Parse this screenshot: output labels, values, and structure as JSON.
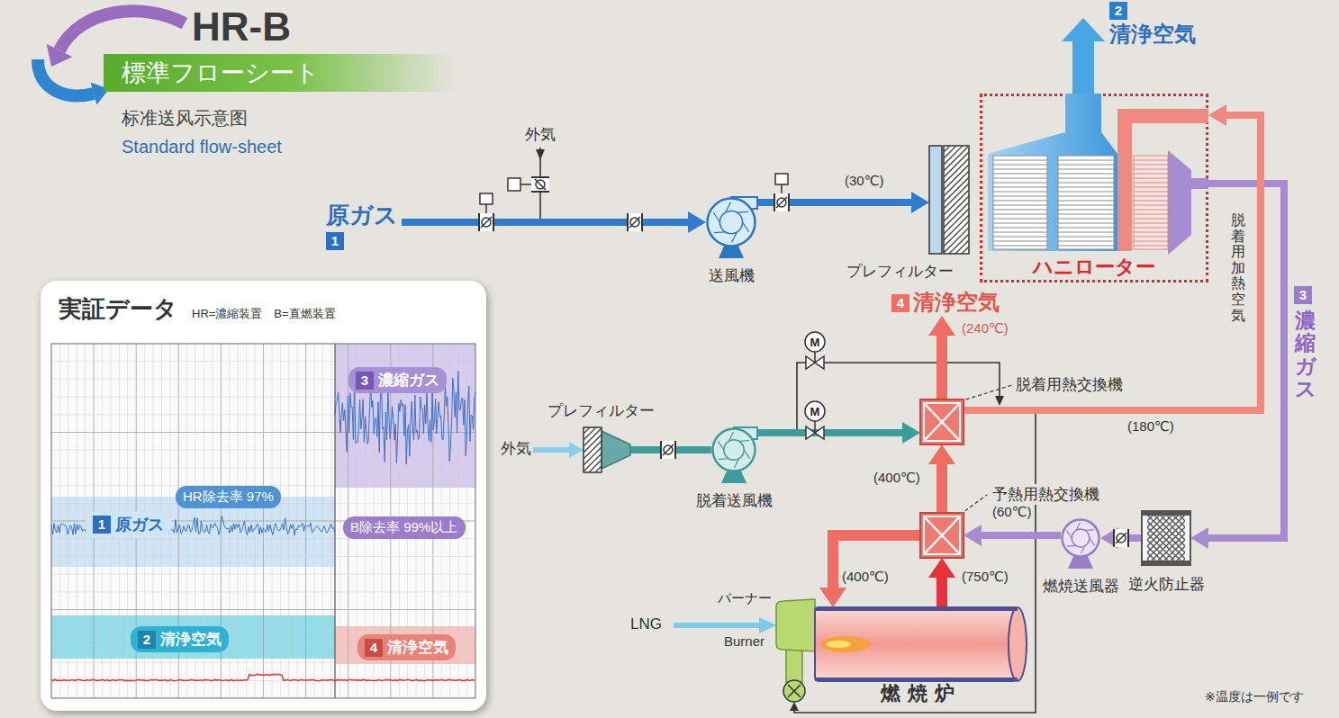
{
  "diagram": {
    "title": "HR-B",
    "nodes": [
      {
        "text": [
          "標準フローシート"
        ]
      },
      {
        "text": [
          "原ガス",
          "1"
        ]
      },
      {
        "text": [
          "送風機"
        ]
      },
      {
        "text": [
          "プレフィルター"
        ]
      },
      {
        "text": [
          "ハニローター"
        ]
      },
      {
        "text": [
          "2",
          "清浄空気"
        ]
      },
      {
        "text": [
          "実証データ",
          "HR=濃縮装置　B=直燃装置"
        ]
      },
      {
        "text": [
          "3",
          "濃縮ガス"
        ],
        "in": 6
      },
      {
        "text": [
          "HR除去率 97%"
        ],
        "in": 6
      },
      {
        "text": [
          "B除去率 99%以上"
        ],
        "in": 6
      },
      {
        "text": [
          "1",
          "原ガス"
        ],
        "in": 6
      },
      {
        "text": [
          "2",
          "清浄空気"
        ],
        "in": 6
      },
      {
        "text": [
          "4",
          "清浄空気"
        ],
        "in": 6
      },
      {
        "text": [
          "4",
          "清浄空気"
        ]
      },
      {
        "text": [
          "外気"
        ]
      },
      {
        "text": [
          "プレフィルター"
        ]
      },
      {
        "text": [
          "脱着送風機"
        ]
      },
      {
        "text": [
          "脱着用熱交換機"
        ]
      },
      {
        "text": [
          "予熱用熱交換機"
        ]
      },
      {
        "text": [
          "燃焼送風器"
        ]
      },
      {
        "text": [
          "逆火防止器"
        ]
      },
      {
        "text": [
          "燃焼炉"
        ]
      }
    ],
    "edges": [
      {
        "from": 1,
        "to": 2,
        "arrow": "to"
      },
      {
        "from": 2,
        "to": 3,
        "label": "(30℃)",
        "arrow": "to"
      },
      {
        "from": 4,
        "to": 5,
        "arrow": "to"
      },
      {
        "from": 4,
        "to": 20,
        "arrow": "to"
      },
      {
        "from": 20,
        "to": 19,
        "arrow": "to"
      },
      {
        "from": 19,
        "to": 18,
        "arrow": "to"
      },
      {
        "from": 21,
        "to": 18,
        "label": "(750℃)",
        "arrow": "to"
      },
      {
        "from": 18,
        "to": 21,
        "label": "(400℃)",
        "arrow": "to"
      },
      {
        "from": 18,
        "to": 17,
        "label": "(400℃)",
        "arrow": "to"
      },
      {
        "from": 17,
        "to": 13,
        "arrow": "to"
      },
      {
        "from": 14,
        "to": 15,
        "arrow": "to"
      },
      {
        "from": 15,
        "to": 16,
        "arrow": "none"
      },
      {
        "from": 16,
        "to": 17,
        "arrow": "to"
      },
      {
        "from": 17,
        "to": 4,
        "label": "(180℃)",
        "arrow": "to"
      }
    ],
    "labels": [
      "标准送风示意图",
      "Standard flow-sheet",
      "外気",
      "脱着用加熱空気",
      "3",
      "濃縮ガス",
      "(240℃)",
      "(60℃)",
      "M",
      "M",
      "LNG",
      "バーナー",
      "Burner",
      "※温度は一例です"
    ]
  }
}
